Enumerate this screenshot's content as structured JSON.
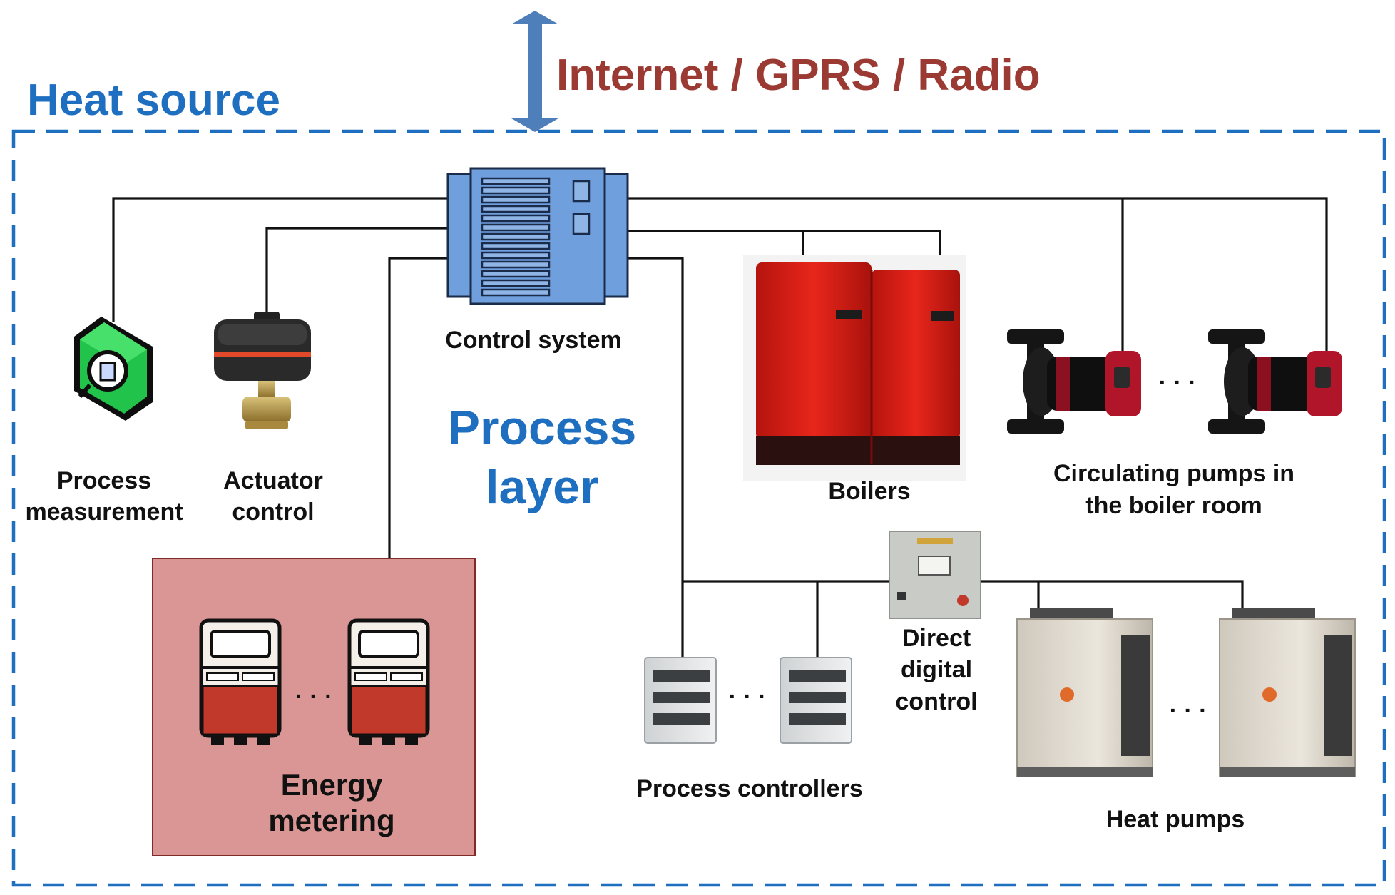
{
  "title": {
    "heat_source": "Heat source",
    "network": "Internet / GPRS / Radio",
    "layer_line1": "Process",
    "layer_line2": "layer"
  },
  "labels": {
    "control_system": "Control system",
    "process_measurement_1": "Process",
    "process_measurement_2": "measurement",
    "actuator_control_1": "Actuator",
    "actuator_control_2": "control",
    "boilers": "Boilers",
    "pumps_1": "Circulating pumps in",
    "pumps_2": "the boiler room",
    "ddc_1": "Direct",
    "ddc_2": "digital",
    "ddc_3": "control",
    "energy_metering_1": "Energy",
    "energy_metering_2": "metering",
    "process_controllers": "Process controllers",
    "heat_pumps": "Heat pumps",
    "ellipsis": "· · ·"
  },
  "colors": {
    "frame": "#1f6fc0",
    "heading_blue": "#1f6fc0",
    "heading_red": "#9b3a32",
    "arrow": "#4f7fba",
    "control_box": "#6f9fdc",
    "boiler_red": "#e0241a",
    "meter_panel": "#d99694",
    "meter_red": "#c0392b"
  },
  "icons": {
    "control_system": "server-cabinet-icon",
    "process_measurement": "sensor-icon",
    "actuator_control": "valve-actuator-icon",
    "boilers": "boiler-icon",
    "pumps": "circulating-pump-icon",
    "ddc": "control-panel-icon",
    "energy_metering": "energy-meter-icon",
    "process_controllers": "controller-cabinet-icon",
    "heat_pumps": "heat-pump-icon",
    "network": "bidirectional-arrow-icon"
  }
}
